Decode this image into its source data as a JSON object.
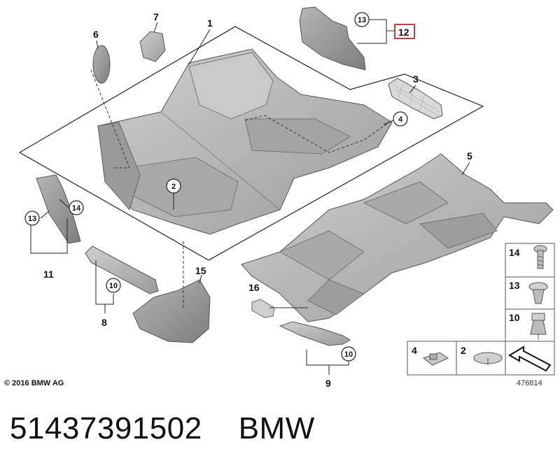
{
  "callouts": {
    "c1": "1",
    "c2": "2",
    "c3": "3",
    "c4": "4",
    "c5": "5",
    "c6": "6",
    "c7": "7",
    "c8": "8",
    "c9": "9",
    "c10a": "10",
    "c10b": "10",
    "c11": "11",
    "c12": "12",
    "c13a": "13",
    "c13b": "13",
    "c14": "14",
    "c15": "15",
    "c16": "16"
  },
  "legend": {
    "l14": "14",
    "l13": "13",
    "l10": "10",
    "l4": "4",
    "l2": "2"
  },
  "copyright": "© 2016 BMW AG",
  "diagram_number": "476814",
  "part_number": "51437391502",
  "brand": "BMW",
  "colors": {
    "part_fill": "#b9b9b9",
    "part_dark": "#8f8f8f",
    "highlight_box": "#d43a3a"
  }
}
